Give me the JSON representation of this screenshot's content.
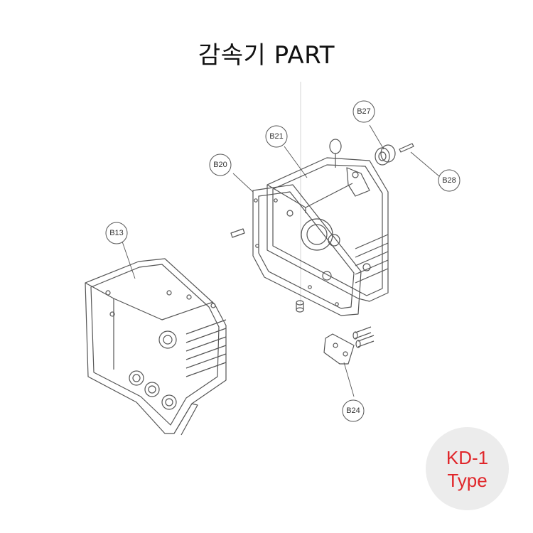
{
  "title": "감속기 PART",
  "callouts": {
    "b13": "B13",
    "b20": "B20",
    "b21": "B21",
    "b24": "B24",
    "b27": "B27",
    "b28": "B28"
  },
  "badge": {
    "line1": "KD-1",
    "line2": "Type",
    "text_color": "#e0262a",
    "background": "#ececec"
  }
}
